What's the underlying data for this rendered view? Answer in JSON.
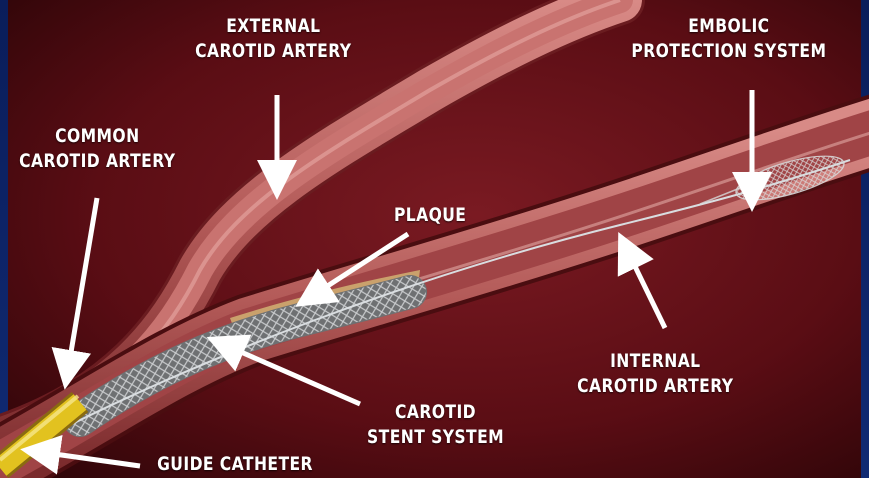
{
  "labels": {
    "external_carotid": [
      "EXTERNAL",
      "CAROTID ARTERY"
    ],
    "embolic_protection": [
      "EMBOLIC",
      "PROTECTION SYSTEM"
    ],
    "common_carotid": [
      "COMMON",
      "CAROTID ARTERY"
    ],
    "plaque": [
      "PLAQUE"
    ],
    "internal_carotid": [
      "INTERNAL",
      "CAROTID ARTERY"
    ],
    "stent_system": [
      "CAROTID",
      "STENT SYSTEM"
    ],
    "guide_catheter": [
      "GUIDE CATHETER"
    ]
  },
  "colors": {
    "frame": "#0b1f5e",
    "background": "#5a0d14",
    "vessel_wall": "#b35a58",
    "vessel_lumen": "#8a2a2c",
    "plaque": "#d8c07a",
    "catheter": "#e2c21f",
    "stent": "#8a8c8e",
    "label_text": "#ffffff",
    "arrow": "#ffffff"
  }
}
